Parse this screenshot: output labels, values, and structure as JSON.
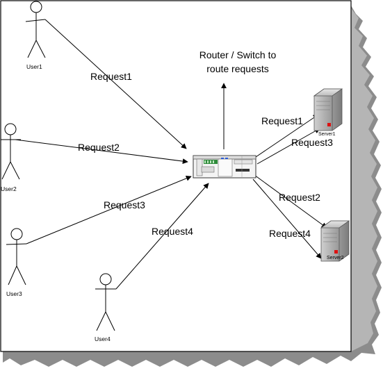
{
  "router": {
    "caption_line1": "Router / Switch to",
    "caption_line2": "route requests"
  },
  "users": [
    {
      "name": "User1"
    },
    {
      "name": "User2"
    },
    {
      "name": "User3"
    },
    {
      "name": "User4"
    }
  ],
  "servers": [
    {
      "name": "Server1"
    },
    {
      "name": "Server2"
    }
  ],
  "requests": {
    "user1": "Request1",
    "user2": "Request2",
    "user3": "Request3",
    "user4": "Request4",
    "to_server1_a": "Request1",
    "to_server1_b": "Request3",
    "to_server2_a": "Request2",
    "to_server2_b": "Request4"
  },
  "colors": {
    "line": "#000000",
    "server_body": "#a7a7a7",
    "server_led": "#dd1111",
    "shadow": "#8a8a8a"
  }
}
